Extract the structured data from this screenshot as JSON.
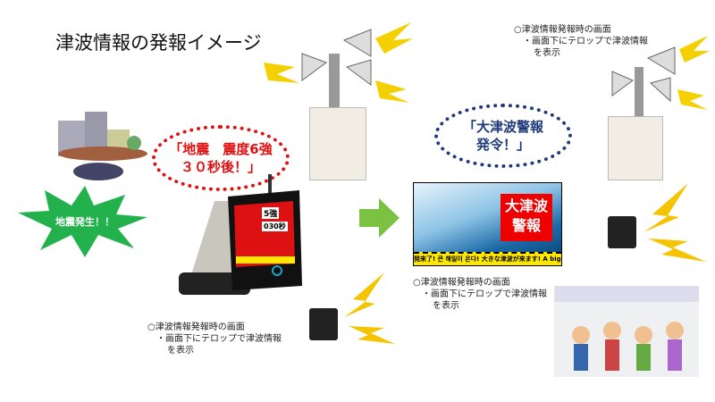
{
  "title": "津波情報の発報イメージ",
  "device_note": {
    "line1": "○津波情報発報時の画面",
    "line2": "・画面下にテロップで津波情報",
    "line3": "を表示"
  },
  "screen_note": {
    "line1": "○津波情報発報時の画面",
    "line2": "・画面下にテロップで津波情報",
    "line3": "を表示"
  },
  "top_note": {
    "line1": "○津波情報発報時の画面",
    "line2": "・画面下にテロップで津波情報",
    "line3": "を表示"
  },
  "earthquake_burst": "地震発生！！",
  "red_bubble": {
    "line1": "「地震　震度6強",
    "line2": "３０秒後！」"
  },
  "blue_bubble": {
    "line1": "「大津波警報",
    "line2": "発令！」"
  },
  "device_screen": {
    "intensity": "5強",
    "seconds": "030秒"
  },
  "tsunami_screen": {
    "alert_line1": "大津波",
    "alert_line2": "警報",
    "telop": "発来了!  큰 해일이 온다!  大きな津波が来ます!  A big tsunami is coming"
  },
  "colors": {
    "red": "#e01010",
    "navy": "#1e3a7a",
    "green": "#22b14c",
    "yellow": "#f5d000"
  }
}
